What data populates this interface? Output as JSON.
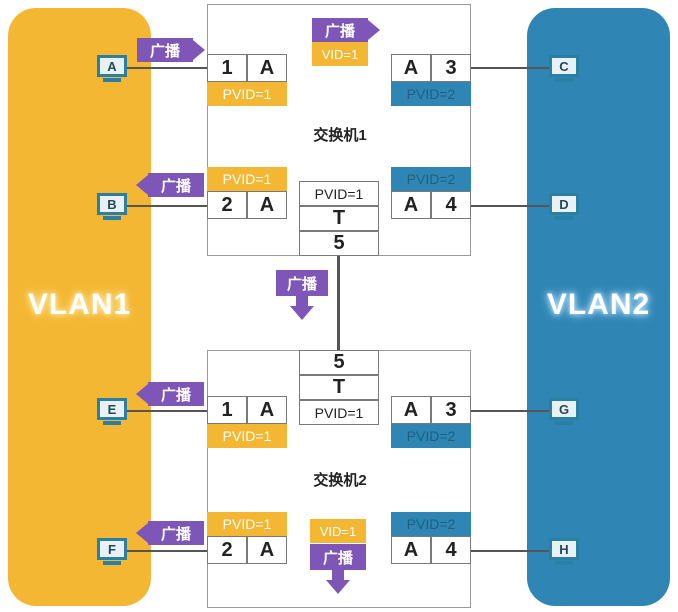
{
  "vlans": {
    "vlan1": "VLAN1",
    "vlan2": "VLAN2"
  },
  "switches": {
    "sw1": "交换机1",
    "sw2": "交换机2"
  },
  "hosts": {
    "a": "A",
    "b": "B",
    "c": "C",
    "d": "D",
    "e": "E",
    "f": "F",
    "g": "G",
    "h": "H"
  },
  "ports": {
    "sw1_p1_num": "1",
    "sw1_p1_mode": "A",
    "sw1_p1_pvid": "PVID=1",
    "sw1_p2_num": "2",
    "sw1_p2_mode": "A",
    "sw1_p2_pvid": "PVID=1",
    "sw1_p3_num": "3",
    "sw1_p3_mode": "A",
    "sw1_p3_pvid": "PVID=2",
    "sw1_p4_num": "4",
    "sw1_p4_mode": "A",
    "sw1_p4_pvid": "PVID=2",
    "sw1_p5_num": "5",
    "sw1_p5_mode": "T",
    "sw1_p5_pvid": "PVID=1",
    "sw2_p1_num": "1",
    "sw2_p1_mode": "A",
    "sw2_p1_pvid": "PVID=1",
    "sw2_p2_num": "2",
    "sw2_p2_mode": "A",
    "sw2_p2_pvid": "PVID=1",
    "sw2_p3_num": "3",
    "sw2_p3_mode": "A",
    "sw2_p3_pvid": "PVID=2",
    "sw2_p4_num": "4",
    "sw2_p4_mode": "A",
    "sw2_p4_pvid": "PVID=2",
    "sw2_p5_num": "5",
    "sw2_p5_mode": "T",
    "sw2_p5_pvid": "PVID=1"
  },
  "broadcast": {
    "label": "广播",
    "vid": "VID=1"
  },
  "colors": {
    "vlan1": "#f4b733",
    "vlan2": "#2f86b5",
    "broadcast": "#7d56b8"
  }
}
